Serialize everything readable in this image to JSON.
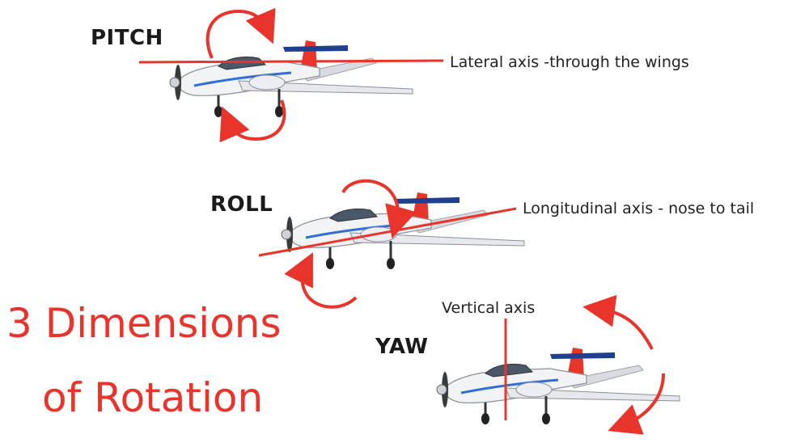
{
  "pitch": {
    "label": "PITCH",
    "axis_label": "Lateral axis -through the wings"
  },
  "roll": {
    "label": "ROLL",
    "axis_label": "Longitudinal axis - nose to tail"
  },
  "yaw": {
    "label": "YAW",
    "axis_label": "Vertical axis"
  },
  "title": {
    "line1": "3 Dimensions",
    "line2": "of Rotation"
  },
  "colors": {
    "accent": "#e8342a",
    "text": "#1a1a1a",
    "plane_body": "#f2f3f5",
    "plane_stripe": "#2f6fd6",
    "tail": "#e8342a",
    "propeller": "#1f3f8f"
  }
}
